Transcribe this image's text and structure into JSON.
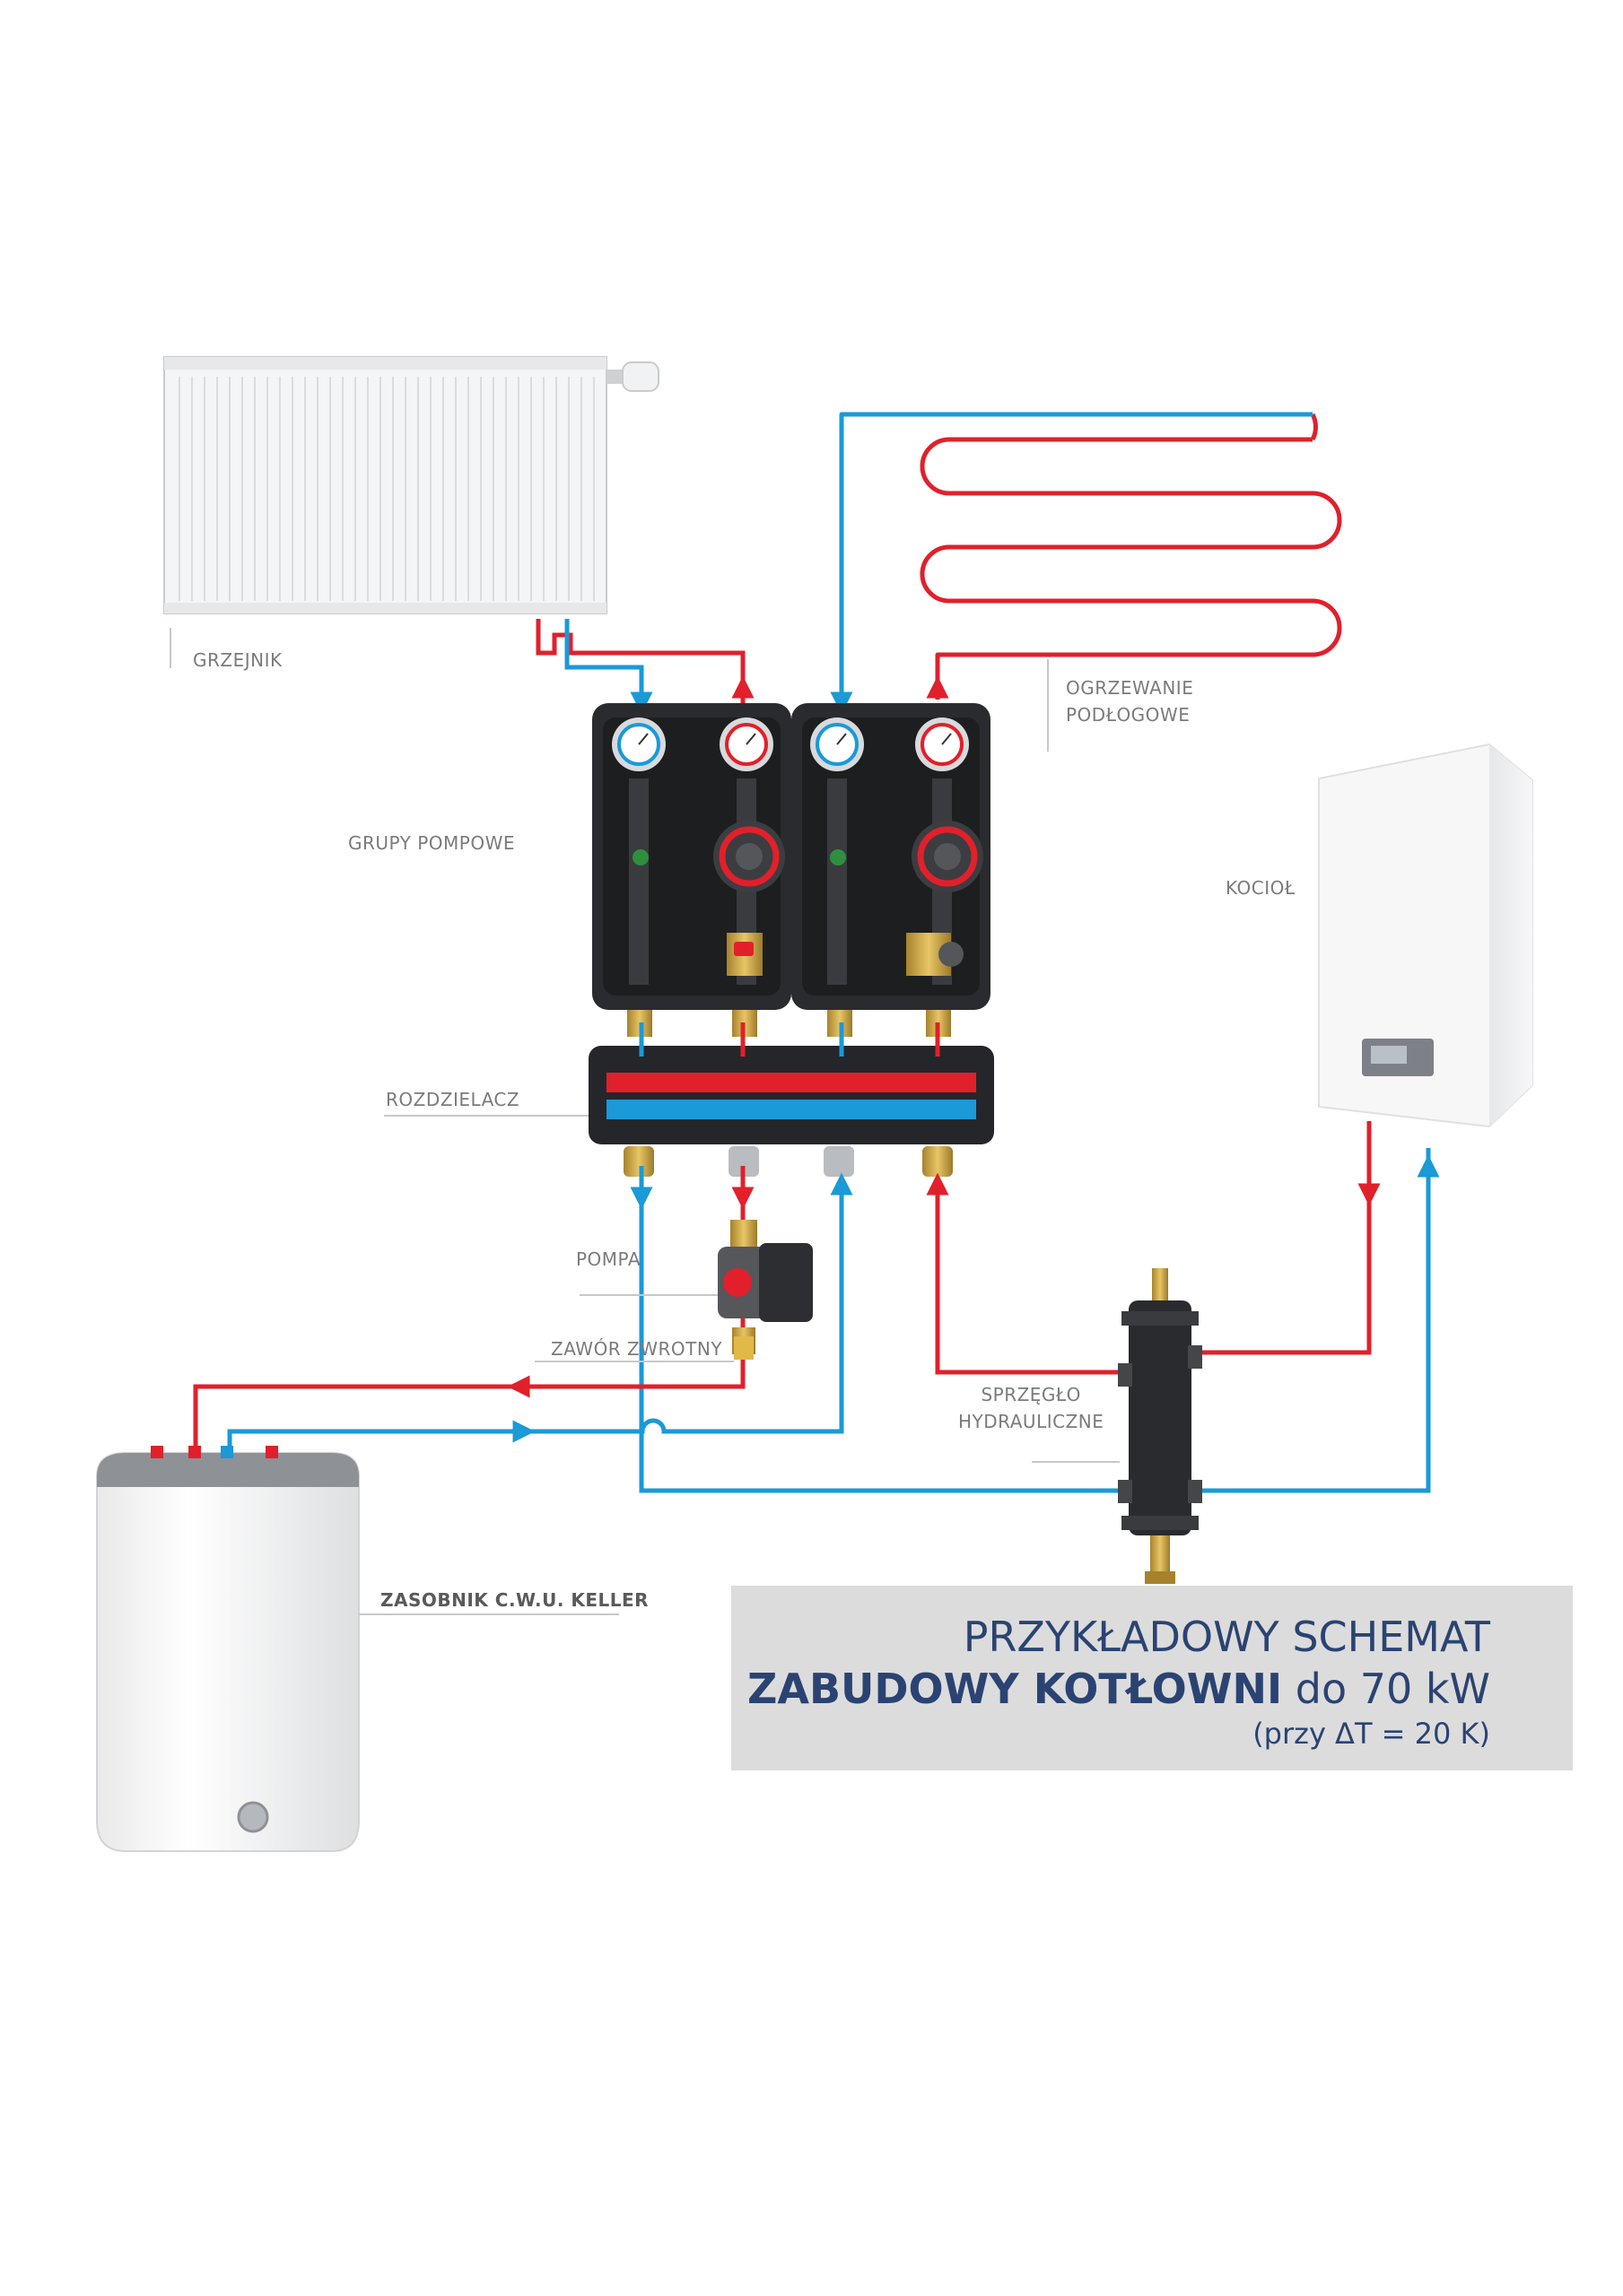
{
  "labels": {
    "radiator": "GRZEJNIK",
    "floor_heating_line1": "OGRZEWANIE",
    "floor_heating_line2": "PODŁOGOWE",
    "pump_groups": "GRUPY POMPOWE",
    "boiler": "KOCIOŁ",
    "manifold": "ROZDZIELACZ",
    "pump": "POMPA",
    "check_valve": "ZAWÓR ZWROTNY",
    "hydraulic_separator_line1": "SPRZĘGŁO",
    "hydraulic_separator_line2": "HYDRAULICZNE",
    "dhw_tank": "ZASOBNIK C.W.U. KELLER"
  },
  "title": {
    "line1": "PRZYKŁADOWY SCHEMAT",
    "line2_bold": "ZABUDOWY KOTŁOWNI",
    "line2_rest": " do 70 kW",
    "line3": "(przy ΔT = 20 K)"
  },
  "colors": {
    "supply_hot": "#e1202b",
    "return_cold": "#1a9ad7",
    "title_text": "#2a4372",
    "title_bg": "#dcdcdc",
    "label_text": "#7b7b7b"
  }
}
